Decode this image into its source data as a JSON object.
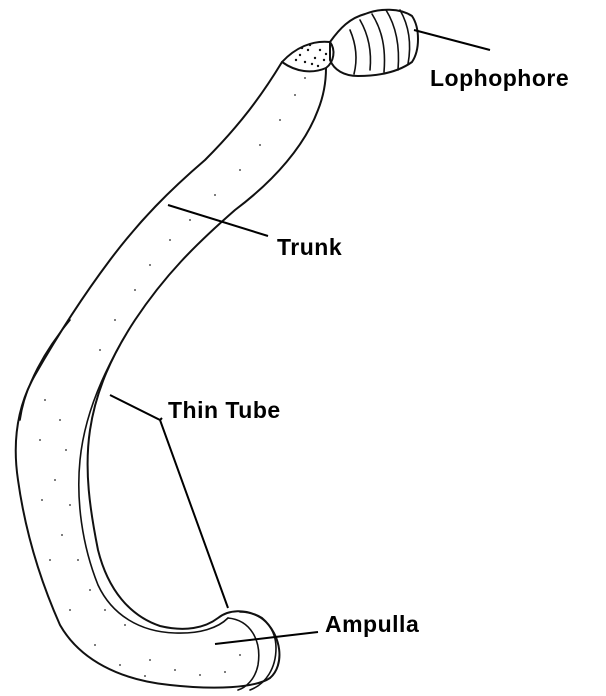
{
  "labels": {
    "lophophore": "Lophophore",
    "trunk": "Trunk",
    "thin_tube": "Thin Tube",
    "ampulla": "Ampulla"
  },
  "colors": {
    "ink": "#111111",
    "background": "#ffffff"
  }
}
